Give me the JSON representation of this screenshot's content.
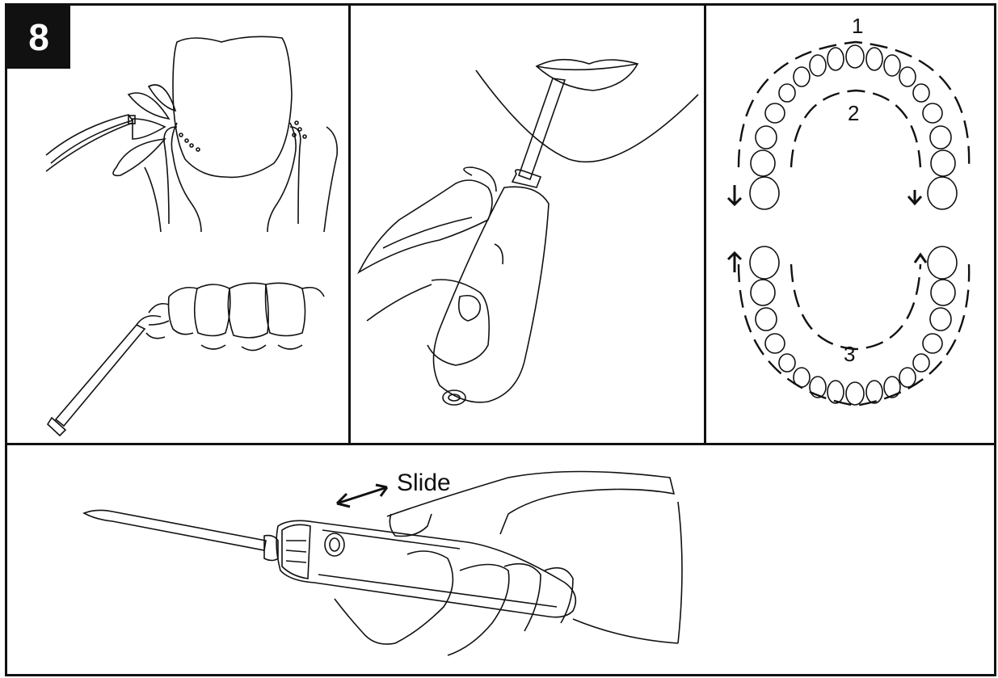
{
  "step": {
    "number": "8"
  },
  "jaw_diagram": {
    "zone_1": "1",
    "zone_2": "2",
    "zone_3": "3"
  },
  "handle_panel": {
    "slide_label": "Slide"
  },
  "colors": {
    "line": "#111111",
    "badge_bg": "#111111",
    "badge_text": "#ffffff"
  },
  "icons": [
    "up-arrow-icon",
    "down-arrow-icon",
    "double-arrow-icon"
  ]
}
